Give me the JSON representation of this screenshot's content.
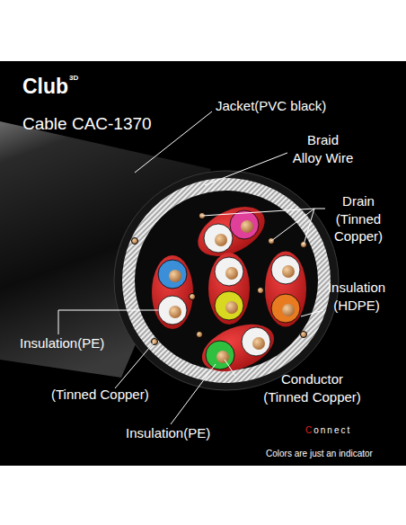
{
  "diagram": {
    "title": "Cable CAC-1370",
    "caption": "Colors are just an indicator",
    "labels": [
      "Club",
      "3D",
      "Jacket(PVC black)",
      "Braid Alloy Wire",
      "Drain (Tinned Copper)",
      "Insulation (HDPE)",
      "Insulation(PE)",
      "(Tinned Copper)",
      "Conductor (Tinned Copper)",
      "Insulation(PE)",
      "Connect"
    ]
  }
}
